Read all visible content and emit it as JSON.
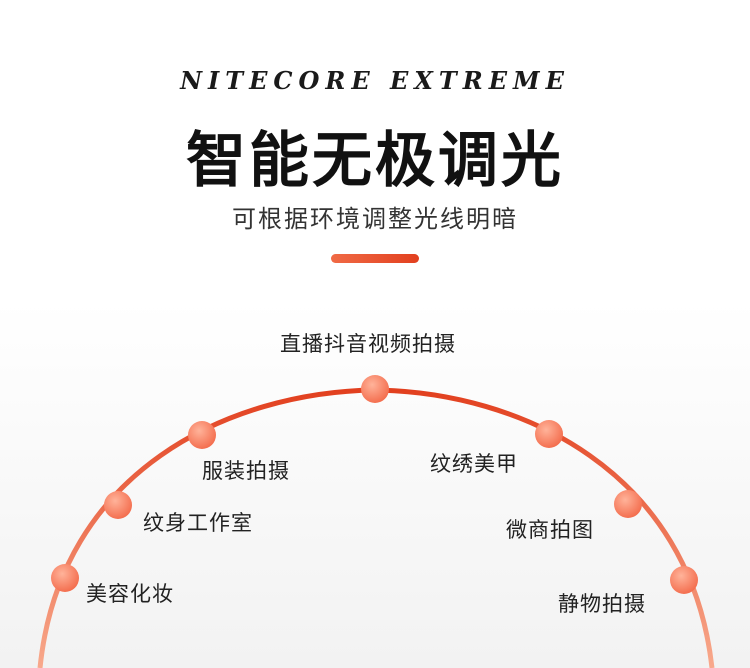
{
  "header": {
    "brand": "NITECORE EXTREME",
    "title": "智能无极调光",
    "subtitle": "可根据环境调整光线明暗"
  },
  "colors": {
    "accent": "#e2401f",
    "accent_light": "#f8a98c"
  },
  "scenarios": [
    {
      "label": "美容化妆"
    },
    {
      "label": "纹身工作室"
    },
    {
      "label": "服装拍摄"
    },
    {
      "label": "直播抖音视频拍摄"
    },
    {
      "label": "纹绣美甲"
    },
    {
      "label": "微商拍图"
    },
    {
      "label": "静物拍摄"
    }
  ]
}
